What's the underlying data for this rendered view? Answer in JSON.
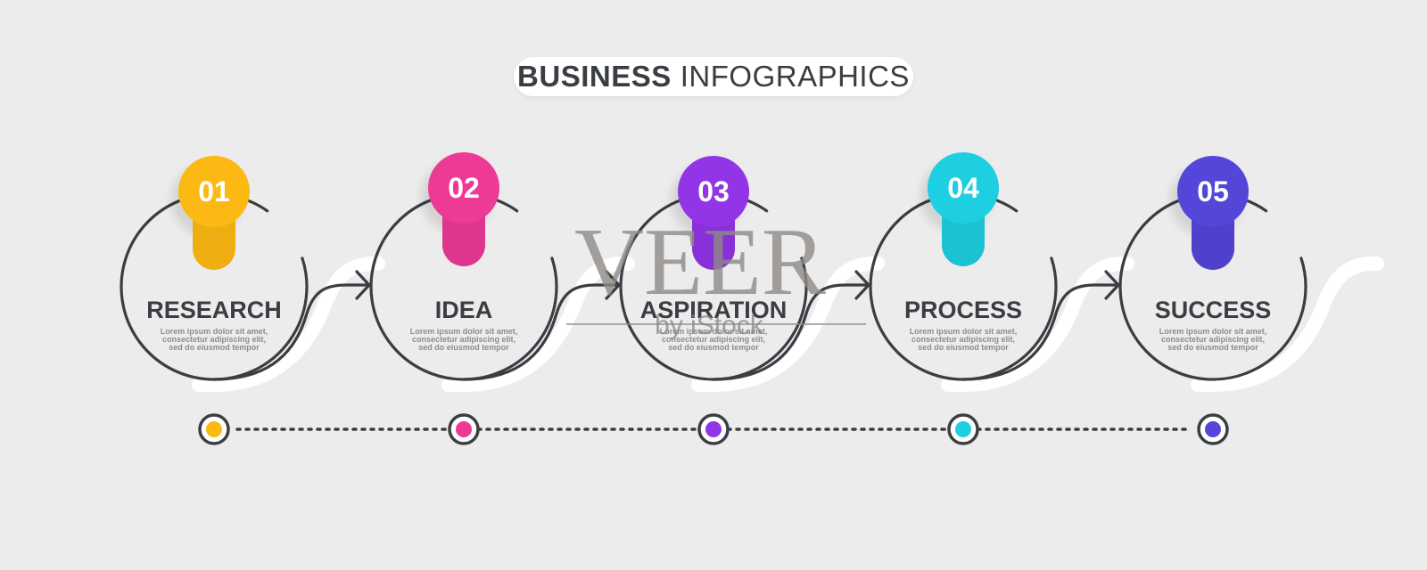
{
  "header": {
    "title_bold": "BUSINESS",
    "title_light": "INFOGRAPHICS"
  },
  "steps": [
    {
      "number": "01",
      "title": "RESEARCH",
      "desc": [
        "Lorem ipsum dolor sit amet,",
        "consectetur adipiscing elit,",
        "sed do eiusmod tempor"
      ],
      "color": "#FDB913"
    },
    {
      "number": "02",
      "title": "IDEA",
      "desc": [
        "Lorem ipsum dolor sit amet,",
        "consectetur adipiscing elit,",
        "sed do eiusmod tempor"
      ],
      "color": "#EC3A95"
    },
    {
      "number": "03",
      "title": "ASPIRATION",
      "desc": [
        "Lorem ipsum dolor sit amet,",
        "consectetur adipiscing elit,",
        "sed do eiusmod tempor"
      ],
      "color": "#9235E6"
    },
    {
      "number": "04",
      "title": "PROCESS",
      "desc": [
        "Lorem ipsum dolor sit amet,",
        "consectetur adipiscing elit,",
        "sed do eiusmod tempor"
      ],
      "color": "#1DCFE0"
    },
    {
      "number": "05",
      "title": "SUCCESS",
      "desc": [
        "Lorem ipsum dolor sit amet,",
        "consectetur adipiscing elit,",
        "sed do eiusmod tempor"
      ],
      "color": "#5446D8"
    }
  ],
  "colors": {
    "background": "#ECECEC",
    "outline": "#3A3D42",
    "text_dark": "#3A3D42",
    "text_muted": "#8A8D92"
  },
  "watermark": {
    "main": "VEER",
    "sub": "by iStock"
  }
}
